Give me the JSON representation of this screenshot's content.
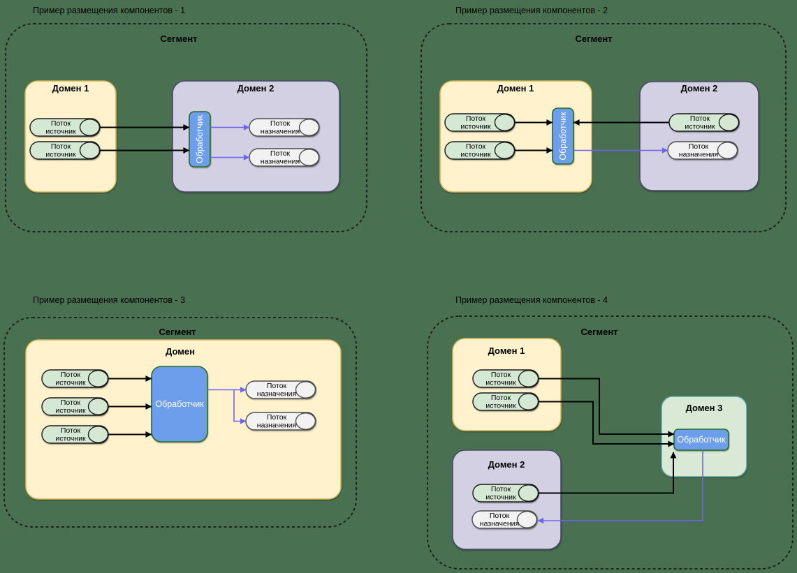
{
  "colors": {
    "bg": "#497050",
    "ink": "#000000",
    "segment-stroke": "#1a1a1a",
    "yellow-fill": "#fff2cc",
    "yellow-stroke": "#d6b656",
    "purple-fill": "#d3d0e3",
    "purple-stroke": "#4a4a6a",
    "green-fill": "#d9e9d6",
    "green-stroke": "#53a0a0",
    "handler-fill": "#6d9eeb",
    "handler-stroke": "#256d28",
    "handler-text": "#ffffff",
    "source-pill-fill": "#d5e8d4",
    "source-pill-stroke": "#1a1a1a",
    "dest-pill-fill": "#f2f2f2",
    "dest-pill-stroke": "#4d4d4d",
    "arrow-black": "#000000",
    "arrow-blue": "#6e63f1"
  },
  "labels": {
    "segment": "Сегмент",
    "handler": "Обработчик",
    "source_stream": [
      "Поток",
      "источник"
    ],
    "dest_stream": [
      "Поток",
      "назначения"
    ]
  },
  "diagrams": [
    {
      "title": "Пример размещения компонентов - 1",
      "domains": [
        {
          "label": "Домен 1"
        },
        {
          "label": "Домен 2"
        }
      ]
    },
    {
      "title": "Пример размещения компонентов - 2",
      "domains": [
        {
          "label": "Домен 1"
        },
        {
          "label": "Домен 2"
        }
      ]
    },
    {
      "title": "Пример размещения компонентов - 3",
      "domains": [
        {
          "label": "Домен"
        }
      ]
    },
    {
      "title": "Пример размещения компонентов - 4",
      "domains": [
        {
          "label": "Домен 1"
        },
        {
          "label": "Домен 2"
        },
        {
          "label": "Домен 3"
        }
      ]
    }
  ]
}
